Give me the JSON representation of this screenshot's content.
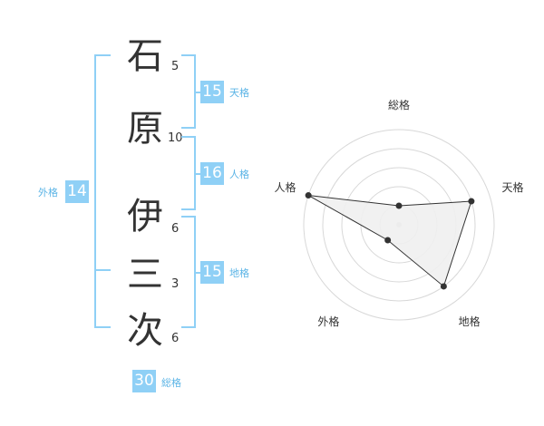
{
  "name": {
    "chars": [
      {
        "char": "石",
        "strokes": "5"
      },
      {
        "char": "原",
        "strokes": "10"
      },
      {
        "char": "伊",
        "strokes": "6"
      },
      {
        "char": "三",
        "strokes": "3"
      },
      {
        "char": "次",
        "strokes": "6"
      }
    ]
  },
  "fortunes": {
    "tenkaku": {
      "value": "15",
      "label": "天格"
    },
    "jinkaku": {
      "value": "16",
      "label": "人格"
    },
    "chikaku": {
      "value": "15",
      "label": "地格"
    },
    "gaikaku": {
      "value": "14",
      "label": "外格"
    },
    "soukaku": {
      "value": "30",
      "label": "総格"
    }
  },
  "chart_data": {
    "type": "radar",
    "axes": [
      "総格",
      "天格",
      "地格",
      "外格",
      "人格"
    ],
    "values": [
      1,
      4,
      4,
      1,
      5
    ],
    "max": 5,
    "rings": 5,
    "colors": {
      "fill": "#efefef",
      "stroke": "#333333",
      "grid": "#d8d8d8",
      "point": "#333333"
    }
  }
}
